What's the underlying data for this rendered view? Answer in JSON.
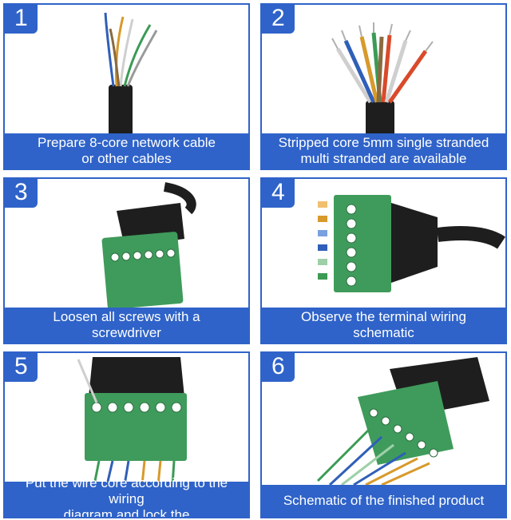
{
  "steps": [
    {
      "number": "1",
      "caption": "Prepare 8-core network cable\nor other cables"
    },
    {
      "number": "2",
      "caption": "Stripped core 5mm single stranded\nmulti stranded are available"
    },
    {
      "number": "3",
      "caption": "Loosen all screws with a\nscrewdriver"
    },
    {
      "number": "4",
      "caption": "Observe the terminal wiring\nschematic"
    },
    {
      "number": "5",
      "caption": "Put the wire core according to the wiring\ndiagram and lock the"
    },
    {
      "number": "6",
      "caption": "Schematic of the finished product"
    }
  ],
  "colors": {
    "accent": "#2f63c9",
    "terminal_green": "#3f9b5b",
    "cable_black": "#1e1e1e"
  }
}
